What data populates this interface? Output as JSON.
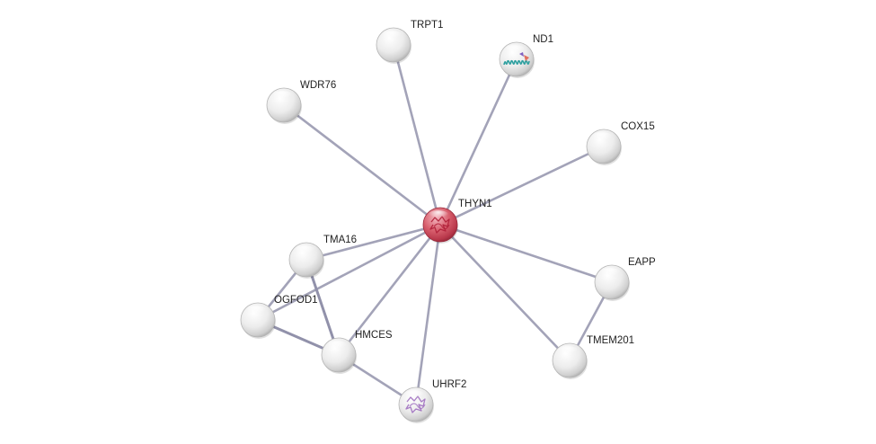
{
  "network": {
    "center_node": "THYN1",
    "nodes": [
      {
        "id": "THYN1",
        "label": "THYN1",
        "query": true,
        "structure": "protein-structure-icon",
        "structure_color": "#b0203a"
      },
      {
        "id": "TRPT1",
        "label": "TRPT1"
      },
      {
        "id": "ND1",
        "label": "ND1",
        "structure": "helix-structure-icon",
        "structure_color": "#30a0a0"
      },
      {
        "id": "WDR76",
        "label": "WDR76"
      },
      {
        "id": "COX15",
        "label": "COX15"
      },
      {
        "id": "TMA16",
        "label": "TMA16"
      },
      {
        "id": "OGFOD1",
        "label": "OGFOD1"
      },
      {
        "id": "HMCES",
        "label": "HMCES"
      },
      {
        "id": "UHRF2",
        "label": "UHRF2",
        "structure": "protein-structure-icon",
        "structure_color": "#a070c0"
      },
      {
        "id": "EAPP",
        "label": "EAPP"
      },
      {
        "id": "TMEM201",
        "label": "TMEM201"
      }
    ],
    "edges": [
      [
        "THYN1",
        "TRPT1"
      ],
      [
        "THYN1",
        "ND1"
      ],
      [
        "THYN1",
        "WDR76"
      ],
      [
        "THYN1",
        "COX15"
      ],
      [
        "THYN1",
        "TMA16"
      ],
      [
        "THYN1",
        "OGFOD1"
      ],
      [
        "THYN1",
        "HMCES"
      ],
      [
        "THYN1",
        "UHRF2"
      ],
      [
        "THYN1",
        "EAPP"
      ],
      [
        "THYN1",
        "TMEM201"
      ],
      [
        "TMA16",
        "OGFOD1"
      ],
      [
        "TMA16",
        "HMCES"
      ],
      [
        "OGFOD1",
        "HMCES"
      ],
      [
        "HMCES",
        "UHRF2"
      ],
      [
        "EAPP",
        "TMEM201"
      ]
    ],
    "colors": {
      "query_node": "#c8485a",
      "neighbor_node": "#e6e6e6",
      "edge": "#a3a3b8"
    }
  }
}
